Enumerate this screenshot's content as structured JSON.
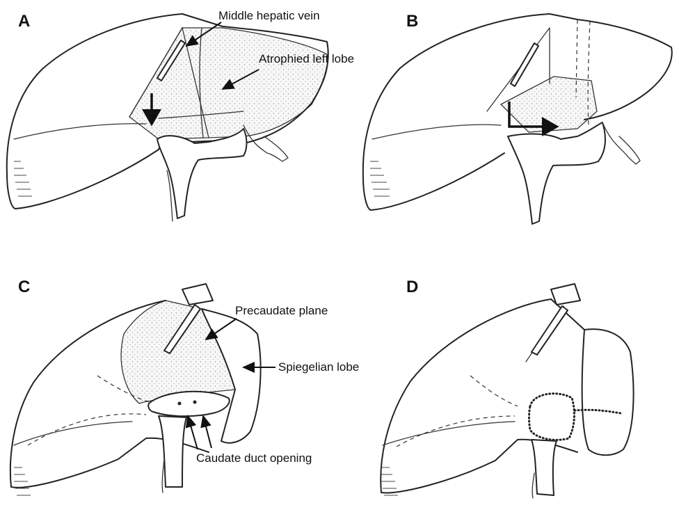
{
  "figure": {
    "panels": [
      {
        "letter": "A",
        "labels": [
          "Middle hepatic vein",
          "Atrophied left lobe"
        ]
      },
      {
        "letter": "B",
        "labels": []
      },
      {
        "letter": "C",
        "labels": [
          "Precaudate plane",
          "Spiegelian lobe",
          "Caudate duct opening"
        ]
      },
      {
        "letter": "D",
        "labels": []
      }
    ]
  }
}
